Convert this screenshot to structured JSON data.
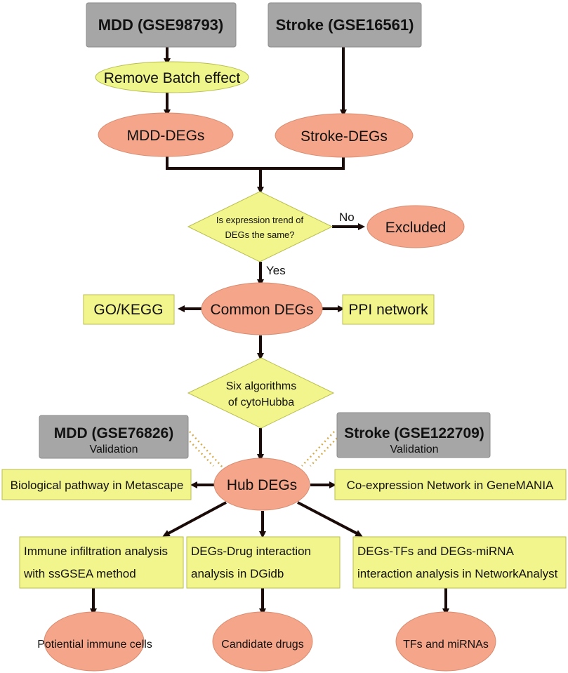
{
  "nodes": {
    "mdd_top": {
      "title": "MDD (GSE98793)"
    },
    "stroke_top": {
      "title": "Stroke (GSE16561)"
    },
    "remove_batch": {
      "label": "Remove Batch effect"
    },
    "mdd_degs": {
      "label": "MDD-DEGs"
    },
    "stroke_degs": {
      "label": "Stroke-DEGs"
    },
    "decision_trend": {
      "line1": "Is expression trend of",
      "line2": "DEGs the same?"
    },
    "excluded": {
      "label": "Excluded"
    },
    "common_degs": {
      "label": "Common DEGs"
    },
    "go_kegg": {
      "label": "GO/KEGG"
    },
    "ppi": {
      "label": "PPI network"
    },
    "six_algorithms": {
      "line1": "Six algorithms",
      "line2": "of cytoHubba"
    },
    "mdd_validation": {
      "title": "MDD (GSE76826)",
      "subtitle": "Validation"
    },
    "stroke_validation": {
      "title": "Stroke (GSE122709)",
      "subtitle": "Validation"
    },
    "hub_degs": {
      "label": "Hub DEGs"
    },
    "metascape": {
      "label": "Biological pathway in Metascape"
    },
    "genemania": {
      "label": "Co-expression Network in GeneMANIA"
    },
    "immune": {
      "line1": "Immune infiltration analysis",
      "line2": "with ssGSEA method"
    },
    "dgidb": {
      "line1": "DEGs-Drug interaction",
      "line2": "analysis in DGidb"
    },
    "networkanalyst": {
      "line1": "DEGs-TFs and DEGs-miRNA",
      "line2": "interaction analysis in NetworkAnalyst"
    },
    "immune_cells": {
      "label": "Potiential immune cells"
    },
    "drugs": {
      "label": "Candidate drugs"
    },
    "tfs_mirnas": {
      "label": "TFs and miRNAs"
    }
  },
  "edge_labels": {
    "no": "No",
    "yes": "Yes"
  },
  "colors": {
    "gray_box": "#a6a6a6",
    "ellipse_salmon": "#f4a58a",
    "yellow_light": "#f2f58c",
    "yellow_ellipse": "#eef58a",
    "arrow": "#1a0b08",
    "dotted": "#d4ac50"
  }
}
